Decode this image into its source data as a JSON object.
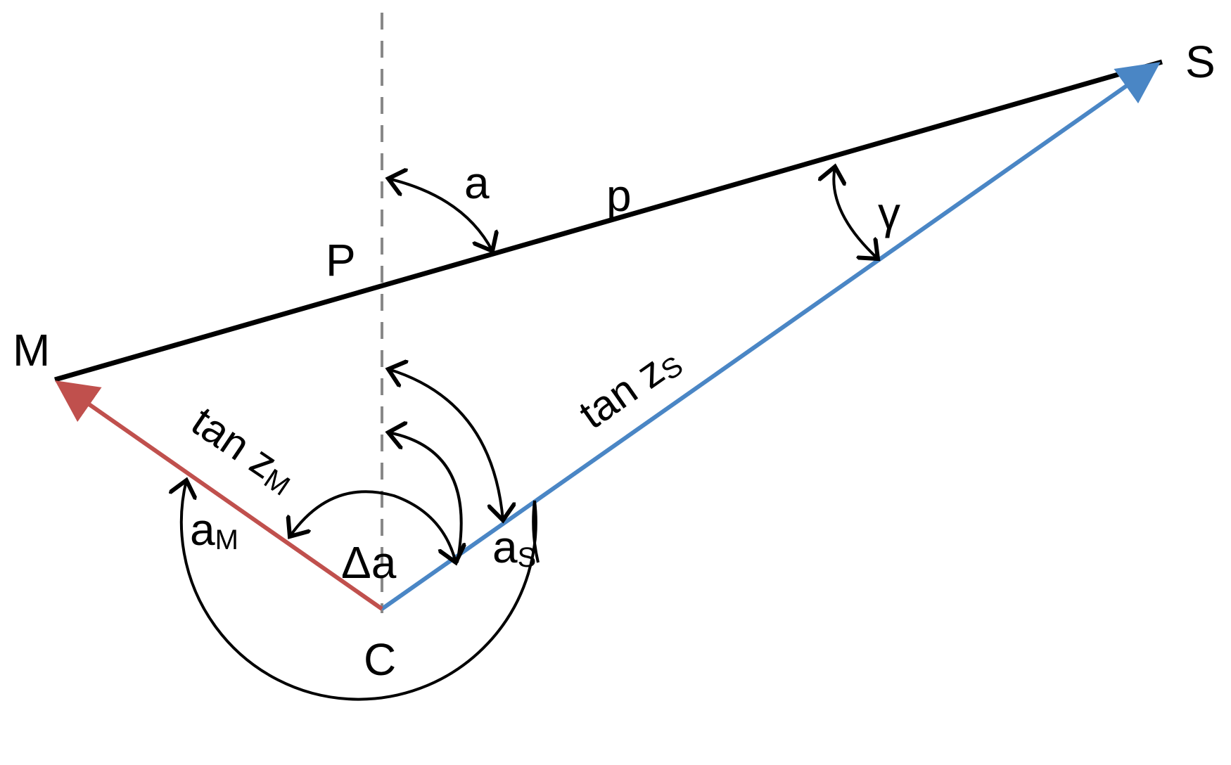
{
  "points": {
    "S": "S",
    "M": "M",
    "C": "C",
    "P": "P"
  },
  "labels": {
    "p": "p",
    "a": "a",
    "gamma": "γ",
    "delta_a": "Δa",
    "a_M_base": "a",
    "a_M_sub": "M",
    "a_S_base": "a",
    "a_S_sub": "S",
    "tan_zs_base": "tan z",
    "tan_zs_sub": "S",
    "tan_zm_base": "tan z",
    "tan_zm_sub": "M"
  },
  "colors": {
    "line_black": "#000000",
    "vector_red": "#c0504d",
    "vector_blue": "#4a86c5",
    "dashed_axis": "#888888"
  }
}
